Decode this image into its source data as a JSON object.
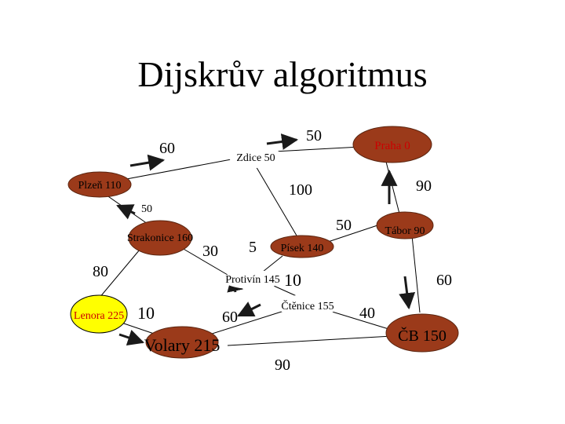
{
  "title": "Dijskrův algoritmus",
  "colors": {
    "node_visited": "#9b3a1a",
    "node_current": "#ffff00",
    "node_red_text": "#cc0000",
    "edge": "#000000",
    "arrow": "#1a1a1a"
  },
  "nodes": [
    {
      "id": "praha",
      "label": "Praha 0",
      "state": "visited"
    },
    {
      "id": "zdice",
      "label": "Zdice 50",
      "state": "visited"
    },
    {
      "id": "plzen",
      "label": "Plzeň 110",
      "state": "visited"
    },
    {
      "id": "strakonice",
      "label": "Strakonice 160",
      "state": "visited"
    },
    {
      "id": "lenora",
      "label": "Lenora 225",
      "state": "current"
    },
    {
      "id": "volary",
      "label": "Volary 215",
      "state": "visited"
    },
    {
      "id": "pisek",
      "label": "Písek 140",
      "state": "visited"
    },
    {
      "id": "protivin",
      "label": "Protivín 145",
      "state": "visited"
    },
    {
      "id": "ctenice",
      "label": "Čtěnice 155",
      "state": "visited"
    },
    {
      "id": "tabor",
      "label": "Tábor 90",
      "state": "visited"
    },
    {
      "id": "cb",
      "label": "ČB 150",
      "state": "visited"
    }
  ],
  "edge_weights": [
    {
      "id": "w-praha-zdice",
      "text": "50"
    },
    {
      "id": "w-zdice-plzen",
      "text": "60"
    },
    {
      "id": "w-plzen-strakonice",
      "text": "50"
    },
    {
      "id": "w-zdice-pisek",
      "text": "100"
    },
    {
      "id": "w-praha-tabor",
      "text": "90"
    },
    {
      "id": "w-pisek-tabor",
      "text": "50"
    },
    {
      "id": "w-strakonice-lenora",
      "text": "80"
    },
    {
      "id": "w-strakonice-protivin",
      "text": "30"
    },
    {
      "id": "w-pisek-protivin",
      "text": "5"
    },
    {
      "id": "w-protivin-ctenice",
      "text": "10"
    },
    {
      "id": "w-tabor-cb",
      "text": "60"
    },
    {
      "id": "w-lenora-volary",
      "text": "10"
    },
    {
      "id": "w-volary-ctenice",
      "text": "60"
    },
    {
      "id": "w-ctenice-cb",
      "text": "40"
    },
    {
      "id": "w-volary-cb",
      "text": "90"
    }
  ]
}
